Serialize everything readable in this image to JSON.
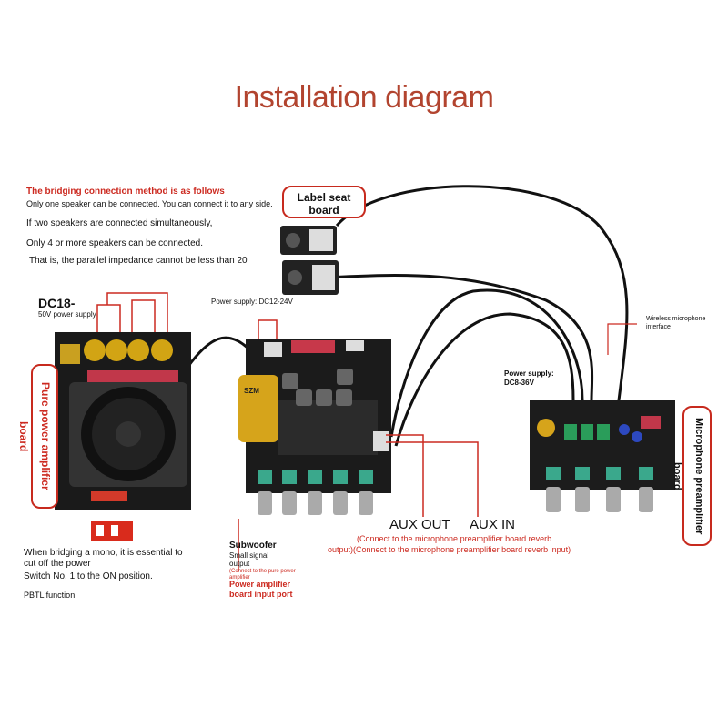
{
  "title": "Installation diagram",
  "bridging": {
    "heading": "The bridging connection method is as follows",
    "line1": "Only one speaker can be connected. You can connect it to any side.",
    "line2": "If two speakers are connected simultaneously,",
    "line3": "Only 4 or more speakers can be connected.",
    "line4": "That is, the parallel impedance cannot be less than 20"
  },
  "label_seat": "Label seat board",
  "dc18": {
    "main": "DC18-",
    "sub": "50V power supply"
  },
  "pure_board": "Pure power amplifier board",
  "power_supply_main": "Power supply: DC12-24V",
  "wireless": "Wireless microphone interface",
  "power_supply_mic": "Power supply: DC8-36V",
  "mic_board": "Microphone preamplifier board",
  "mono": {
    "line1": "When bridging a mono, it is essential to",
    "line2": "cut off the power",
    "line3": "Switch No. 1 to the ON position.",
    "line4": "PBTL function"
  },
  "subwoofer": {
    "line1": "Subwoofer",
    "line2": "Small signal",
    "line3": "output",
    "note": "(Connect to the pure power amplifier",
    "port": "Power amplifier board input port"
  },
  "aux_out": "AUX OUT",
  "aux_in": "AUX IN",
  "aux_note1": "(Connect to the microphone preamplifier board reverb",
  "aux_note2": "output)(Connect to the microphone preamplifier board reverb input)",
  "chip_label": "SZM",
  "colors": {
    "accent_red": "#cc2a20",
    "board_black": "#1a1a1a",
    "title": "#b2442f"
  }
}
